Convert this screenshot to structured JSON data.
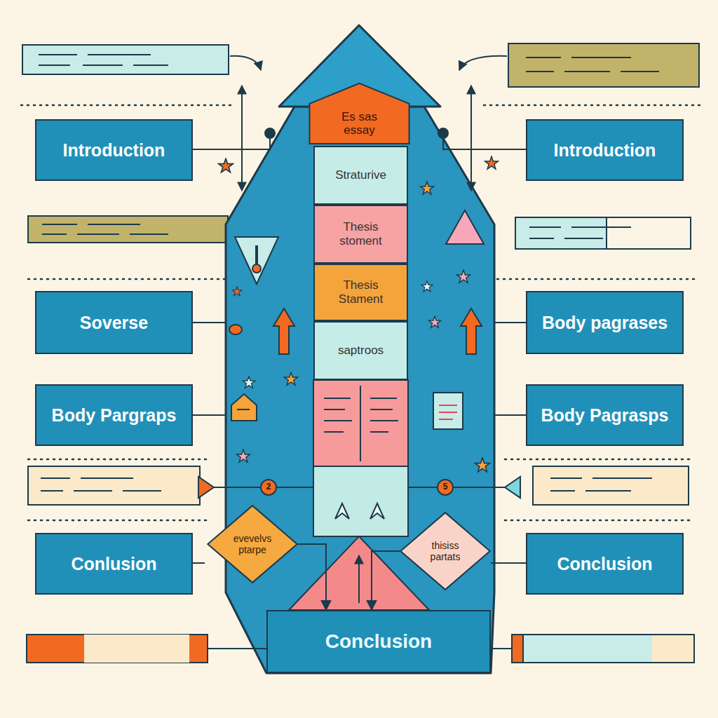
{
  "diagram": {
    "nodes": [
      {
        "text": [
          "Es sas essay"
        ]
      },
      {
        "text": [
          "Introduction"
        ]
      },
      {
        "text": [
          "Introduction"
        ]
      },
      {
        "text": [
          "Straturive"
        ]
      },
      {
        "text": [
          "Thesis stoment"
        ]
      },
      {
        "text": [
          "Soverse"
        ]
      },
      {
        "text": [
          "Thesis Stament"
        ]
      },
      {
        "text": [
          "Body pagrases"
        ]
      },
      {
        "text": [
          "saptroos"
        ]
      },
      {
        "text": [
          "Body Pargraps"
        ]
      },
      {
        "text": [
          "Body Pagrasps"
        ]
      },
      {
        "text": [
          "2"
        ]
      },
      {
        "text": [
          "5"
        ]
      },
      {
        "text": [
          "Conlusion"
        ]
      },
      {
        "text": [
          "evevelvs ptarpe"
        ]
      },
      {
        "text": [
          "thisiss partats"
        ]
      },
      {
        "text": [
          "Conclusion"
        ]
      },
      {
        "text": [
          "Conclusion"
        ]
      }
    ],
    "edges": [
      {
        "from": 14,
        "to": 17,
        "arrow": "to"
      },
      {
        "from": 15,
        "to": 17,
        "arrow": "to"
      }
    ]
  }
}
